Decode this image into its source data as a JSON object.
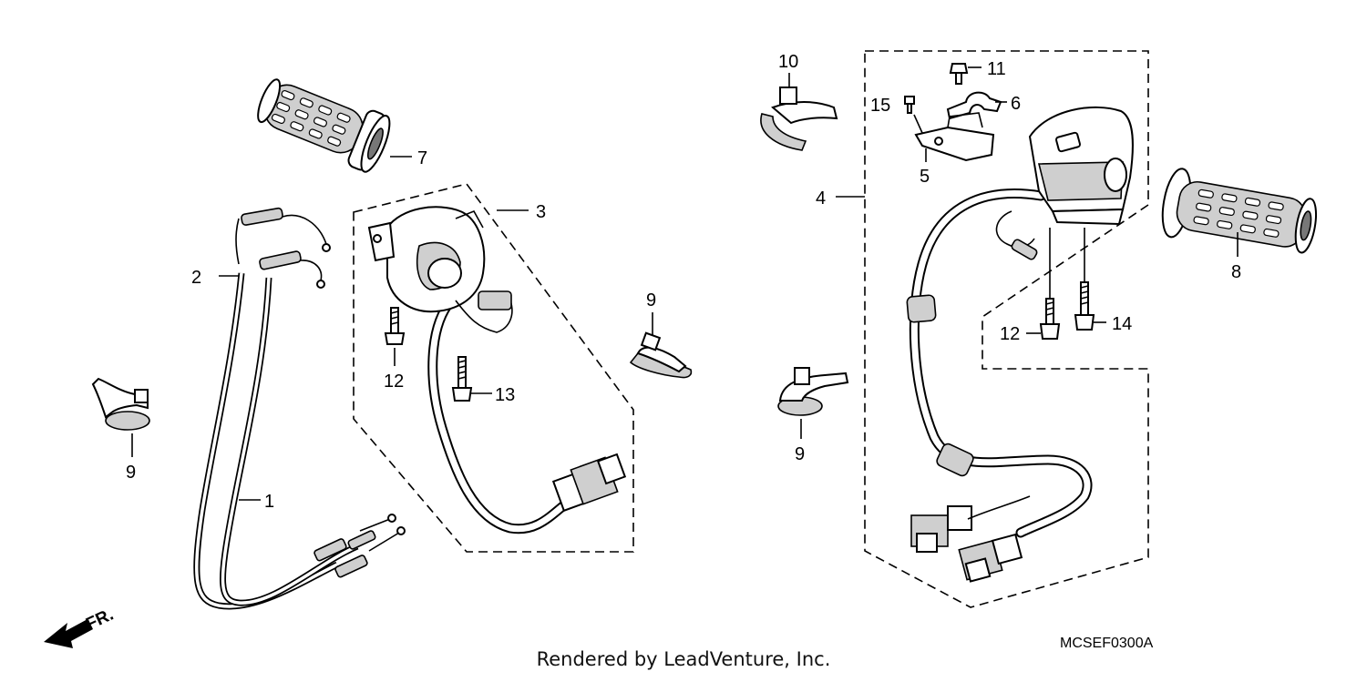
{
  "diagram": {
    "part_numbers": {
      "p1": "1",
      "p2": "2",
      "p3": "3",
      "p4": "4",
      "p5": "5",
      "p6": "6",
      "p7": "7",
      "p8": "8",
      "p9a": "9",
      "p9b": "9",
      "p9c": "9",
      "p10": "10",
      "p11": "11",
      "p12a": "12",
      "p12b": "12",
      "p13": "13",
      "p14": "14",
      "p15": "15"
    },
    "diagram_code": "MCSEF0300A",
    "direction_label": "FR."
  },
  "footer": {
    "credit": "Rendered by LeadVenture, Inc."
  }
}
